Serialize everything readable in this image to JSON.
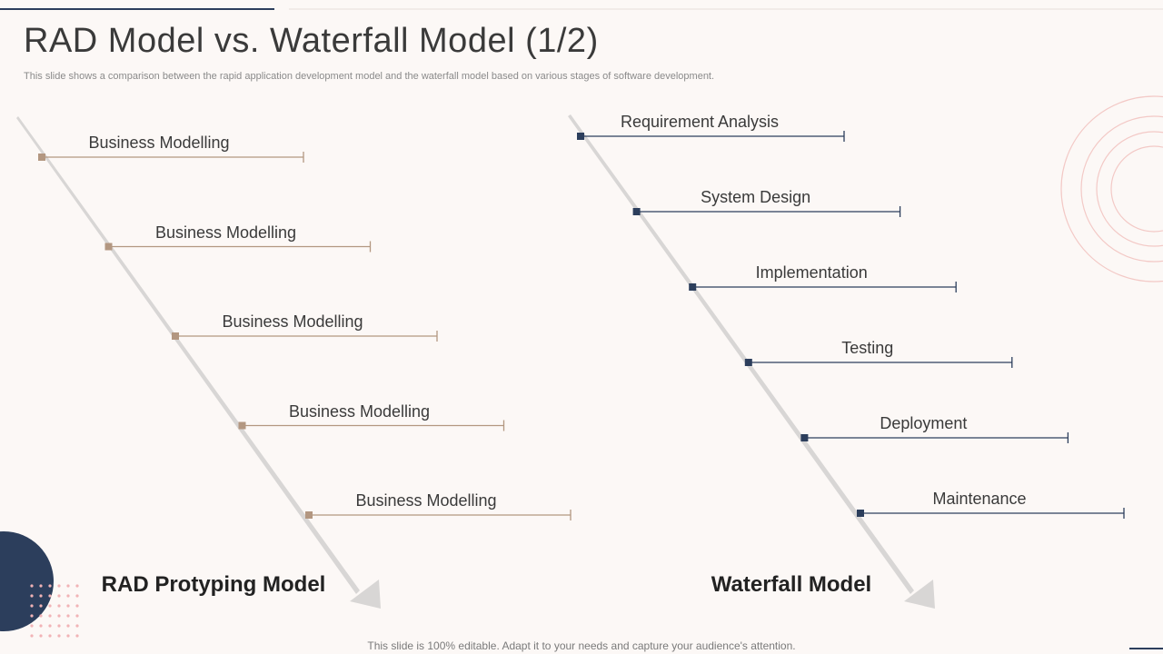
{
  "slide": {
    "title": "RAD Model vs. Waterfall Model (1/2)",
    "subtitle": "This slide shows a comparison between the rapid application development model and the waterfall model based on various stages of software development.",
    "footer": "This slide is 100% editable. Adapt it to your needs and capture your audience's attention."
  },
  "rad": {
    "label": "RAD Protyping Model",
    "stages": [
      "Business Modelling",
      "Business Modelling",
      "Business Modelling",
      "Business Modelling",
      "Business Modelling"
    ]
  },
  "waterfall": {
    "label": "Waterfall Model",
    "stages": [
      "Requirement Analysis",
      "System Design",
      "Implementation",
      "Testing",
      "Deployment",
      "Maintenance"
    ]
  },
  "colors": {
    "rad_accent": "#b39781",
    "waterfall_accent": "#2c3e5c",
    "arrow": "#d8d6d5",
    "ring": "#f3c9c6",
    "dot": "#f1b3b6"
  }
}
